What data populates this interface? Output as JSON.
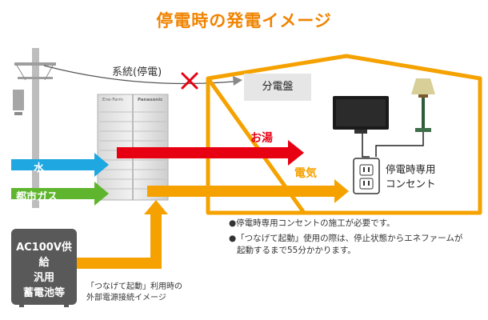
{
  "title": "停電時の発電イメージ",
  "grid_label": "系統(停電)",
  "panel_label": "分電盤",
  "flows": {
    "hot_water": "お湯",
    "electricity": "電気"
  },
  "inputs": {
    "water": "水",
    "city_gas": "都市ガス"
  },
  "outlet_label": [
    "停電時専用",
    "コンセント"
  ],
  "unit_logos": {
    "left": "Ene-Farm",
    "right": "Panasonic"
  },
  "notes": [
    "●停電時専用コンセントの施工が必要です。",
    "●「つなげて起動」使用の際は、停止状態からエネファームが",
    "起動するまで55分かかります。"
  ],
  "external_box": [
    "AC100V供給",
    "汎用",
    "蓄電池等"
  ],
  "caption": [
    "「つなげて起動」利用時の",
    "外部電源接続イメージ"
  ],
  "colors": {
    "accent": "#f08300",
    "hot_water": "#e60012",
    "electricity": "#f5a200",
    "water": "#1ea7e1",
    "city_gas": "#5fb52e",
    "no_power_mark": "#e60012"
  }
}
